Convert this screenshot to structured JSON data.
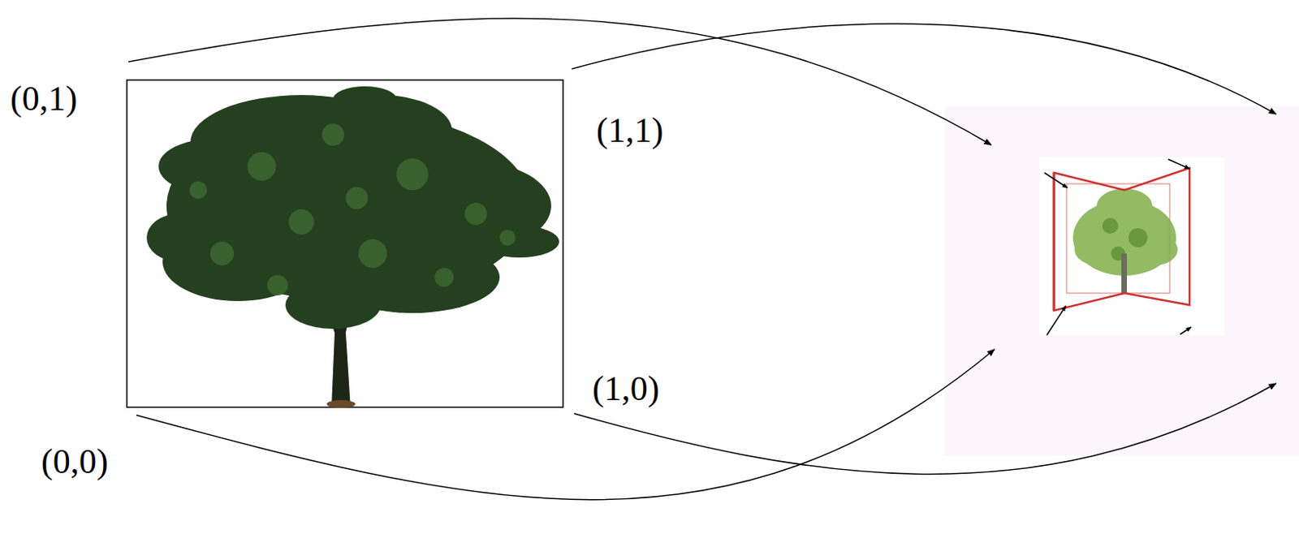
{
  "diagram": {
    "labels": [
      "(0,1)",
      "(1,1)",
      "(1,0)",
      "(0,0)"
    ]
  }
}
